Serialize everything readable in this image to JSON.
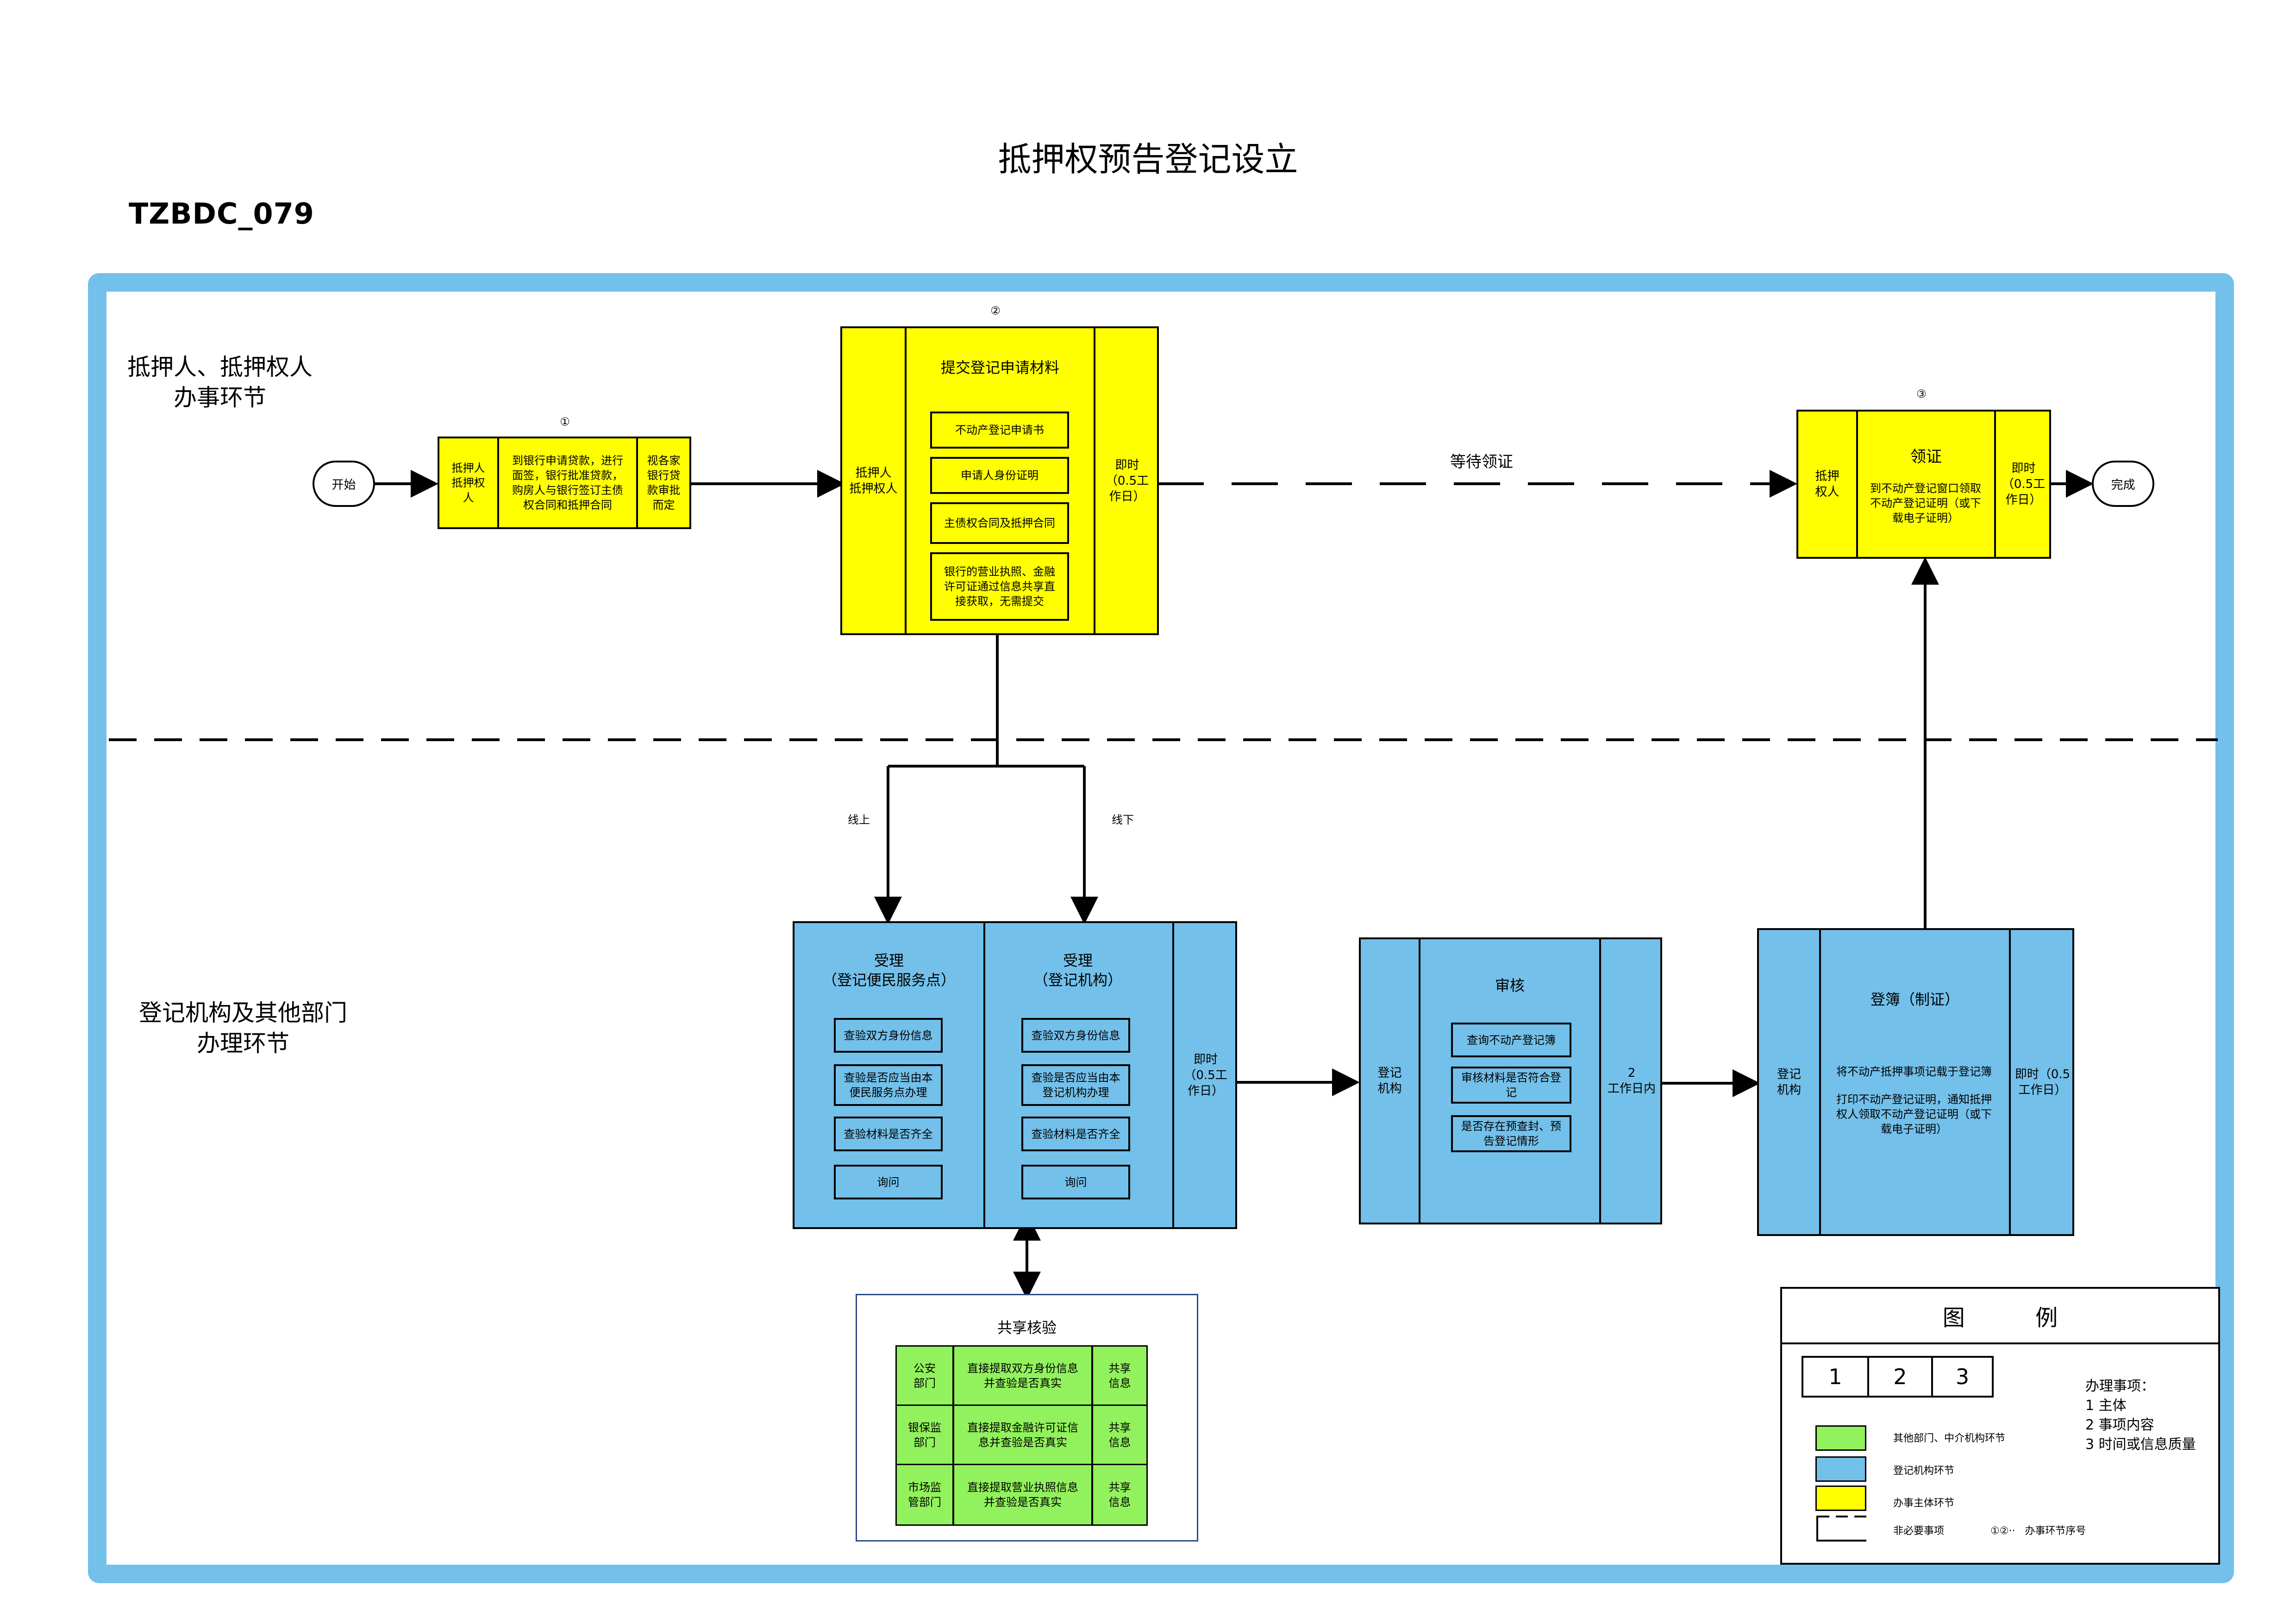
{
  "title": "抵押权预告登记设立",
  "code": "TZBDC_079",
  "lanes": {
    "top": "抵押人、抵押权人\n办事环节",
    "bottom": "登记机构及其他部门\n办理环节"
  },
  "terminals": {
    "start": "开始",
    "end": "完成"
  },
  "step1": {
    "num": "①",
    "actor": "抵押人\n抵押权\n人",
    "content": "到银行申请贷款，进行面签，银行批准贷款，购房人与银行签订主债权合同和抵押合同",
    "time": "视各家银行贷款审批而定"
  },
  "step2": {
    "num": "②",
    "actor": "抵押人\n抵押权人",
    "title": "提交登记申请材料",
    "items": [
      "不动产登记申请书",
      "申请人身份证明",
      "主债权合同及抵押合同",
      "银行的营业执照、金融许可证通过信息共享直接获取，无需提交"
    ],
    "time": "即时（0.5工作日）"
  },
  "wait_label": "等待领证",
  "step3": {
    "num": "③",
    "actor": "抵押\n权人",
    "title": "领证",
    "content": "到不动产登记窗口领取不动产登记证明（或下载电子证明）",
    "time": "即时（0.5工作日）"
  },
  "branch": {
    "online": "线上",
    "offline": "线下"
  },
  "accept": {
    "col1_title": "受理\n（登记便民服务点）",
    "col2_title": "受理\n（登记机构）",
    "col1_items": [
      "查验双方身份信息",
      "查验是否应当由本便民服务点办理",
      "查验材料是否齐全",
      "询问"
    ],
    "col2_items": [
      "查验双方身份信息",
      "查验是否应当由本登记机构办理",
      "查验材料是否齐全",
      "询问"
    ],
    "time": "即时（0.5工作日）"
  },
  "review": {
    "actor": "登记\n机构",
    "title": "审核",
    "items": [
      "查询不动产登记簿",
      "审核材料是否符合登记",
      "是否存在预查封、预告登记情形"
    ],
    "time": "2\n工作日内"
  },
  "register": {
    "actor": "登记\n机构",
    "title": "登簿（制证）",
    "content1": "将不动产抵押事项记载于登记簿",
    "content2": "打印不动产登记证明，通知抵押权人领取不动产登记证明（或下载电子证明）",
    "time": "即时（0.5工作日）"
  },
  "share": {
    "title": "共享核验",
    "rows": [
      {
        "dept": "公安\n部门",
        "content": "直接提取双方身份信息并查验是否真实",
        "result": "共享\n信息"
      },
      {
        "dept": "银保监\n部门",
        "content": "直接提取金融许可证信息并查验是否真实",
        "result": "共享\n信息"
      },
      {
        "dept": "市场监\n管部门",
        "content": "直接提取营业执照信息并查验是否真实",
        "result": "共享\n信息"
      }
    ]
  },
  "legend": {
    "title": "图          例",
    "nums": [
      "1",
      "2",
      "3"
    ],
    "notes": "办理事项：\n1 主体\n2 事项内容\n3 时间或信息质量",
    "green": "其他部门、中介机构环节",
    "blue": "登记机构环节",
    "yellow": "办事主体环节",
    "dashed": "非必要事项",
    "seq": "①②··   办事环节序号",
    "colors": {
      "green": "#92f25d",
      "blue": "#73c0ea",
      "yellow": "#ffff00"
    }
  }
}
